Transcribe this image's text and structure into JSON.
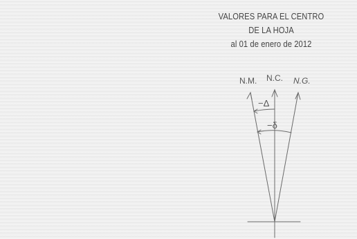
{
  "header": {
    "line1": "VALORES PARA EL CENTRO",
    "line2": "DE LA HOJA",
    "line3": "al 01 de enero de 2012"
  },
  "diagram": {
    "labels": {
      "magnetic_north": "N.M.",
      "true_north": "N.C.",
      "grid_north": "N.G.",
      "delta_angle": "−Δ",
      "delta_small": "−δ"
    }
  }
}
